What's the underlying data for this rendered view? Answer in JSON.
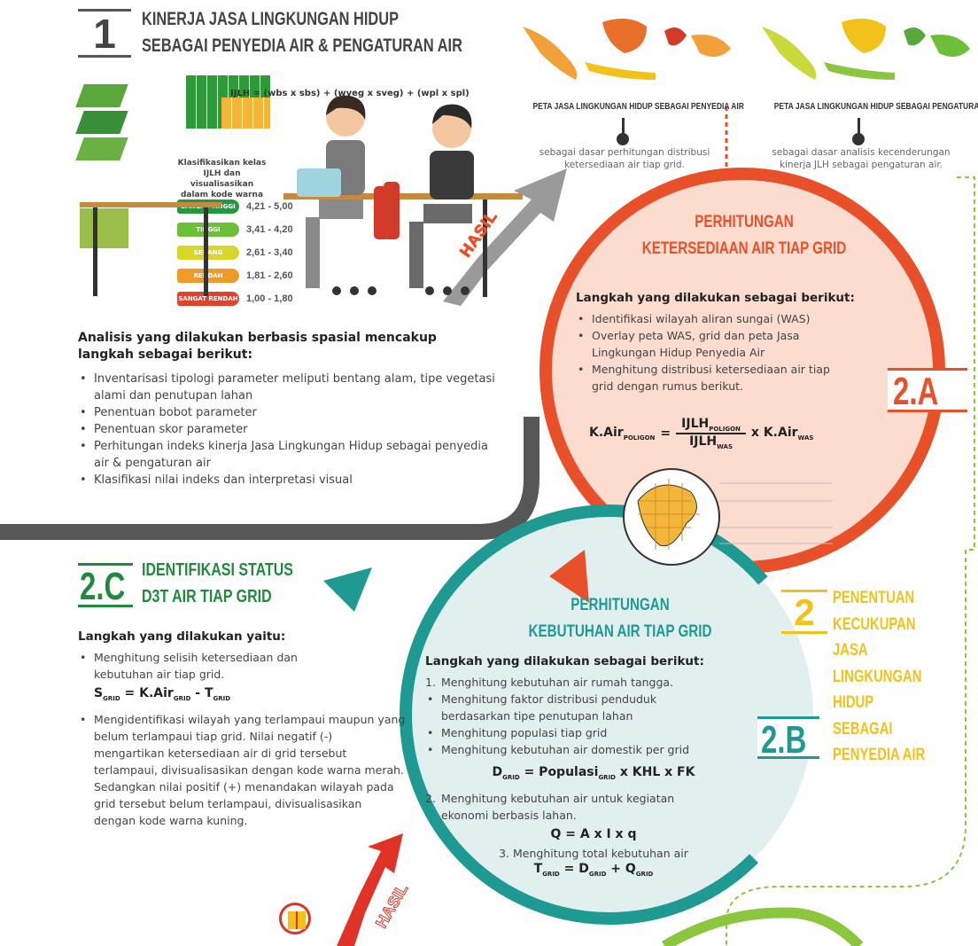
{
  "section1": {
    "number": "1",
    "title_line1": "KINERJA JASA LINGKUNGAN HIDUP",
    "title_line2": "SEBAGAI PENYEDIA AIR & PENGATURAN AIR",
    "intro": "Analisis yang dilakukan berbasis spasial mencakup langkah sebagai berikut:",
    "bullets": [
      "Inventarisasi tipologi parameter meliputi bentang alam, tipe vegetasi alami dan penutupan lahan",
      "Penentuan bobot parameter",
      "Penentuan skor parameter",
      "Perhitungan indeks kinerja Jasa Lingkungan Hidup sebagai penyedia air & pengaturan air",
      "Klasifikasi nilai indeks dan interpretasi visual"
    ],
    "formula": "IJLH = (wbs x sbs) + (wveg x sveg) + (wpl x spl)",
    "classification_title": "Klasifikasikan kelas IJLH dan visualisasikan dalam kode warna",
    "legend": [
      {
        "label": "SANGAT TINGGI",
        "range": "4,21 - 5,00",
        "color": "#1e9b3c"
      },
      {
        "label": "TINGGI",
        "range": "3,41 - 4,20",
        "color": "#6dbf3a"
      },
      {
        "label": "SEDANG",
        "range": "2,61 - 3,40",
        "color": "#d9d62a"
      },
      {
        "label": "RENDAH",
        "range": "1,81 - 2,60",
        "color": "#f19a25"
      },
      {
        "label": "SANGAT RENDAH",
        "range": "1,00 - 1,80",
        "color": "#e4412b"
      }
    ],
    "arrow_label": "HASIL"
  },
  "maps": {
    "left_caption": "PETA JASA LINGKUNGAN HIDUP SEBAGAI PENYEDIA AIR",
    "left_desc": "sebagai dasar perhitungan distribusi ketersediaan air tiap grid.",
    "right_caption": "PETA JASA LINGKUNGAN HIDUP SEBAGAI PENGATURAN AIR",
    "right_desc": "sebagai dasar analisis kecenderungan kinerja JLH sebagai pengaturan air."
  },
  "section2a": {
    "tag": "2.A",
    "title_line1": "PERHITUNGAN",
    "title_line2": "KETERSEDIAAN AIR TIAP GRID",
    "intro": "Langkah yang dilakukan sebagai berikut:",
    "bullets": [
      "Identifikasi wilayah aliran sungai (WAS)",
      "Overlay peta WAS, grid dan peta Jasa Lingkungan Hidup Penyedia Air",
      "Menghitung distribusi ketersediaan air tiap grid dengan rumus berikut."
    ],
    "formula_lhs": "K.Air",
    "formula_lhs_sub": "POLIGON",
    "formula_num": "IJLH",
    "formula_num_sub": "POLIGON",
    "formula_den": "IJLH",
    "formula_den_sub": "WAS",
    "formula_rhs": "x K.Air",
    "formula_rhs_sub": "WAS"
  },
  "section2b": {
    "tag": "2.B",
    "title_line1": "PERHITUNGAN",
    "title_line2": "KEBUTUHAN AIR TIAP GRID",
    "intro": "Langkah yang dilakukan sebagai berikut:",
    "item1": "Menghitung kebutuhan air rumah tangga.",
    "sub_bullets": [
      "Menghitung faktor distribusi penduduk berdasarkan tipe penutupan lahan",
      "Menghitung populasi tiap grid",
      "Menghitung kebutuhan air domestik per grid"
    ],
    "formula_d": "D",
    "formula_d_sub": "GRID",
    "formula_d_rhs": "= Populasi",
    "formula_d_rhs_sub": "GRID",
    "formula_d_tail": "x KHL x FK",
    "item2": "Menghitung kebutuhan air untuk kegiatan ekonomi berbasis lahan.",
    "formula_q": "Q = A x I x q",
    "item3": "3. Menghitung total kebutuhan air",
    "formula_t": "T",
    "formula_t_sub": "GRID",
    "formula_t_mid": "= D",
    "formula_t_mid_sub": "GRID",
    "formula_t_tail": "+ Q",
    "formula_t_tail_sub": "GRID"
  },
  "section2c": {
    "tag": "2.C",
    "title_line1": "IDENTIFIKASI STATUS",
    "title_line2": "D3T AIR TIAP GRID",
    "intro": "Langkah yang dilakukan yaitu:",
    "bullet1": "Menghitung selisih ketersediaan dan kebutuhan air tiap grid.",
    "formula_s": "S",
    "formula_s_sub": "GRID",
    "formula_s_mid": "= K.Air",
    "formula_s_mid_sub": "GRID",
    "formula_s_tail": "- T",
    "formula_s_tail_sub": "GRID",
    "bullet2": "Mengidentifikasi wilayah yang terlampaui maupun yang belum terlampaui tiap grid. Nilai negatif (-) mengartikan ketersediaan air di grid tersebut terlampaui, divisualisasikan dengan kode warna merah. Sedangkan nilai positif (+) menandakan wilayah pada grid tersebut belum terlampaui, divisualisasikan dengan kode warna kuning.",
    "arrow_label": "HASIL"
  },
  "section2": {
    "number": "2",
    "title_lines": [
      "PENENTUAN",
      "KECUKUPAN",
      "JASA",
      "LINGKUNGAN",
      "HIDUP",
      "SEBAGAI",
      "PENYEDIA AIR"
    ]
  },
  "colors": {
    "orange": "#e8502a",
    "teal": "#1e9a92",
    "green": "#1f8a3c",
    "yellow": "#f2c21b",
    "dark": "#555555"
  }
}
